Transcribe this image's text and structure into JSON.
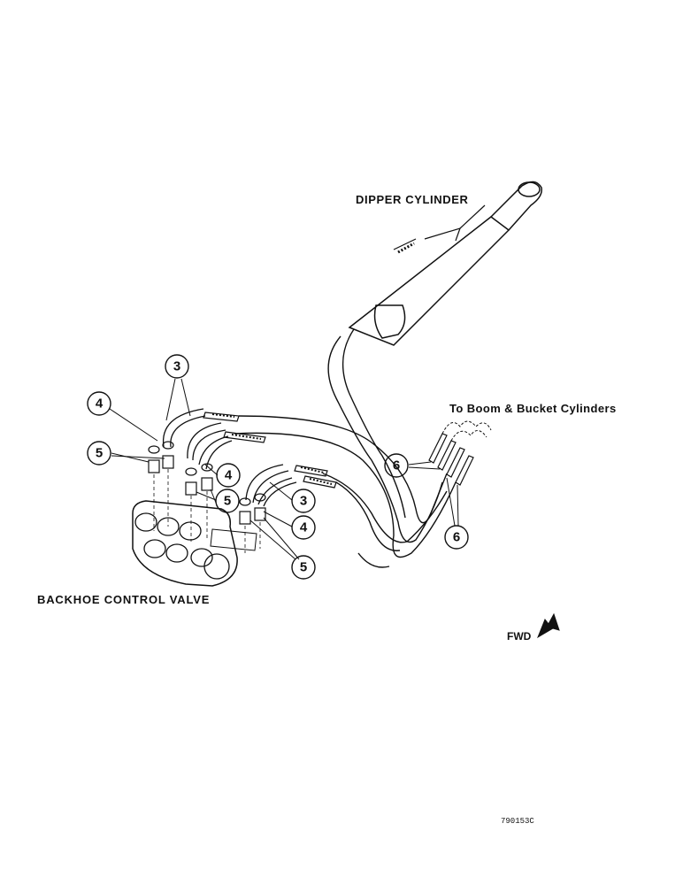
{
  "labels": {
    "dipper_cylinder": "DIPPER CYLINDER",
    "boom_bucket": "To Boom & Bucket Cylinders",
    "control_valve": "BACKHOE CONTROL VALVE",
    "fwd": "FWD",
    "drawing_number": "790153C"
  },
  "callouts": {
    "c3_top": "3",
    "c4_left": "4",
    "c5_left": "5",
    "c4_mid": "4",
    "c5_mid": "5",
    "c3_right": "3",
    "c4_right": "4",
    "c5_bottom": "5",
    "c6_left": "6",
    "c6_bottom": "6"
  }
}
